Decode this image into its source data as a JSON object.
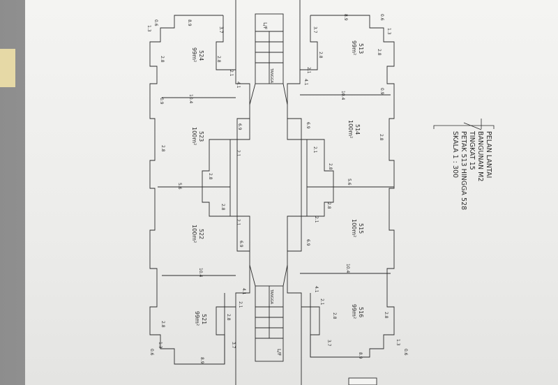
{
  "title_block": {
    "lines": [
      "PELAN LANTAI",
      "BANGUNAN M2",
      "TINGKAT 15",
      "PETAK 513 HINGGA 528",
      "SKALA 1 : 300"
    ]
  },
  "units": [
    {
      "id": "513",
      "area": "99m²"
    },
    {
      "id": "514",
      "area": "100m²"
    },
    {
      "id": "515",
      "area": "100m²"
    },
    {
      "id": "516",
      "area": "99m²"
    },
    {
      "id": "521",
      "area": "99m²"
    },
    {
      "id": "522",
      "area": "100m²"
    },
    {
      "id": "523",
      "area": "100m²"
    },
    {
      "id": "524",
      "area": "99m²"
    }
  ],
  "core_labels": {
    "lift": "L/F",
    "stair": "TANGGA"
  },
  "dimensions": {
    "d104": "10.4",
    "d69": "6.9",
    "d89": "8.9",
    "d37": "3.7",
    "d28": "2.8",
    "d21": "2.1",
    "d41": "4.1",
    "d56": "5.6",
    "d06": "0.6",
    "d13": "1.3",
    "d09": "0.9",
    "d09b": "0.9"
  },
  "colors": {
    "ink": "#2b2b2b",
    "paper": "#efefed",
    "desk": "#8c8c8c",
    "note": "#e6d9a6"
  }
}
